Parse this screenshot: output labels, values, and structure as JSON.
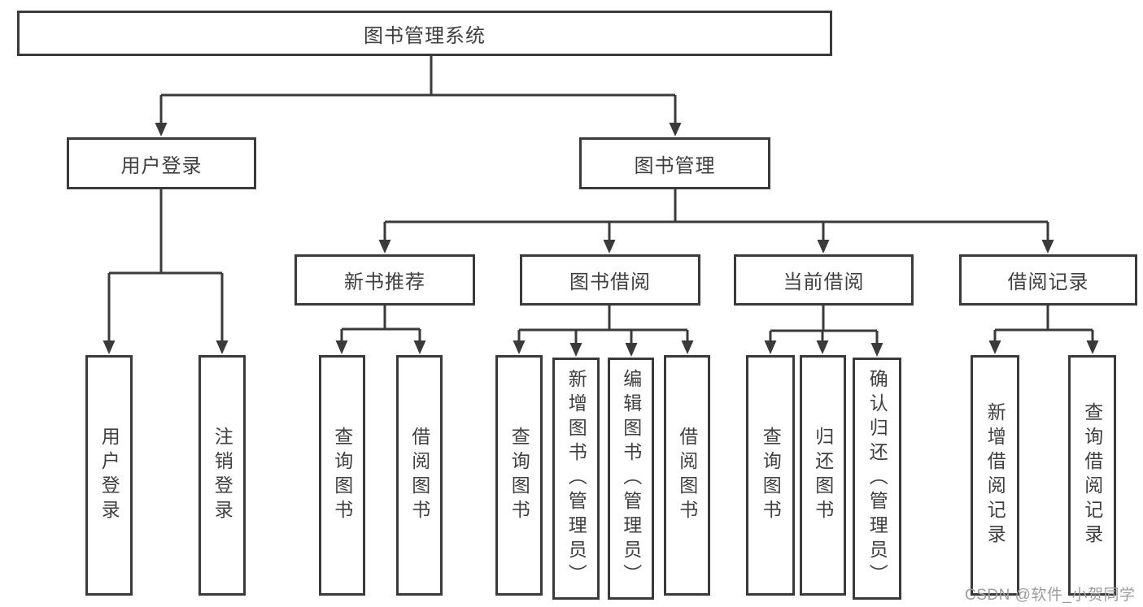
{
  "title": "图书管理系统",
  "colors": {
    "line": "#3a3a3a",
    "text": "#3f3f3f",
    "watermark": "#9c9c9c",
    "background": "#ffffff"
  },
  "nodes": {
    "root": "图书管理系统",
    "user_login": "用户登录",
    "book_mgmt": "图书管理",
    "new_book_rec": "新书推荐",
    "book_borrow": "图书借阅",
    "current_borrow": "当前借阅",
    "borrow_records": "借阅记录",
    "leaf_user_login": "用户登录",
    "leaf_logout": "注销登录",
    "leaf_query_book_rec": "查询图书",
    "leaf_borrow_book_rec": "借阅图书",
    "leaf_query_book_borrow": "查询图书",
    "leaf_add_book": "新增图书（管理员）",
    "leaf_edit_book": "编辑图书（管理员）",
    "leaf_borrow_book_borrow": "借阅图书",
    "leaf_query_book_current": "查询图书",
    "leaf_return_book": "归还图书",
    "leaf_confirm_return": "确认归还（管理员）",
    "leaf_add_record": "新增借阅记录",
    "leaf_query_record": "查询借阅记录"
  },
  "tree": {
    "图书管理系统": {
      "用户登录": [
        "用户登录",
        "注销登录"
      ],
      "图书管理": {
        "新书推荐": [
          "查询图书",
          "借阅图书"
        ],
        "图书借阅": [
          "查询图书",
          "新增图书（管理员）",
          "编辑图书（管理员）",
          "借阅图书"
        ],
        "当前借阅": [
          "查询图书",
          "归还图书",
          "确认归还（管理员）"
        ],
        "借阅记录": [
          "新增借阅记录",
          "查询借阅记录"
        ]
      }
    }
  },
  "watermark": "CSDN @软件_小贺同学"
}
